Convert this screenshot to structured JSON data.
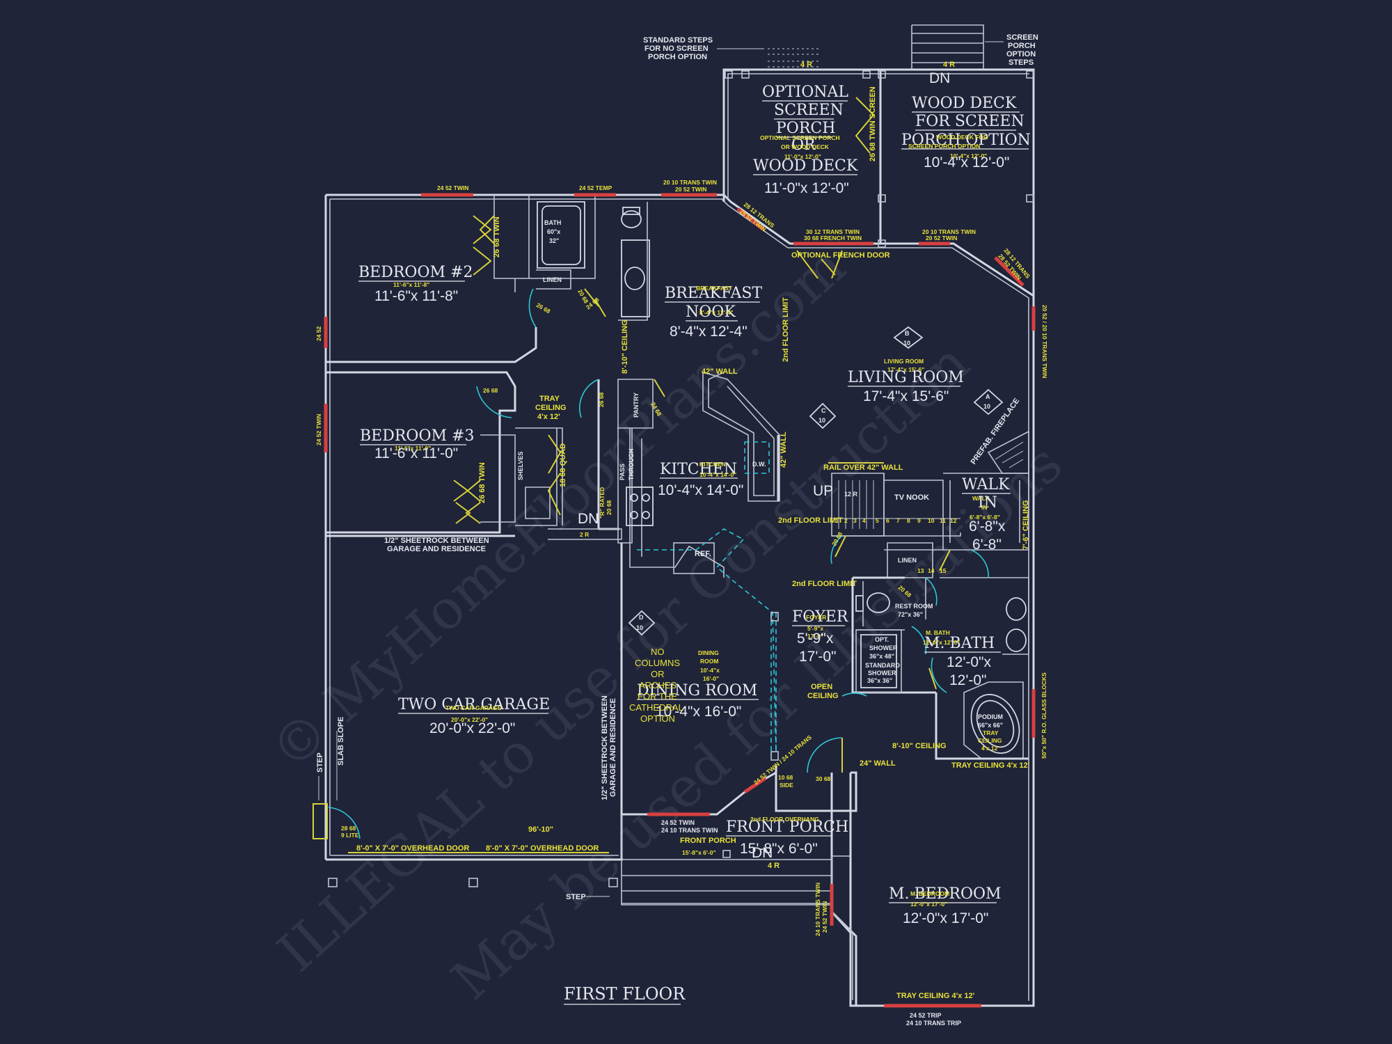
{
  "title": "FIRST FLOOR",
  "watermark": [
    "© MyHomeFloorPlans.com",
    "ILLEGAL to use for Construction",
    "May be used for Illustrations"
  ],
  "rooms": {
    "bedroom2": {
      "name": "BEDROOM #2",
      "dims": "11'-6\"x 11'-8\"",
      "sub": "11'-6\"x 11'-8\""
    },
    "bedroom3": {
      "name": "BEDROOM #3",
      "dims": "11'-6\"x 11'-0\"",
      "sub": "11'-6\"x 11'-0\""
    },
    "breakfast": {
      "name1": "BREAKFAST",
      "name2": "NOOK",
      "dims": "8'-4\"x 12'-4\"",
      "sub1": "BREAKFAST",
      "sub2": "8'-4\"x 12'-4\""
    },
    "living": {
      "name": "LIVING ROOM",
      "dims": "17'-4\"x 15'-6\"",
      "sub1": "LIVING ROOM",
      "sub2": "17'-4\"x 15'-6\""
    },
    "kitchen": {
      "name": "KITCHEN",
      "dims": "10'-4\"x 14'-0\"",
      "sub1": "KITCHEN",
      "sub2": "10'-4\"x 14'-0\""
    },
    "walkin": {
      "name": "WALK",
      "name2": "IN",
      "dims1": "6'-8\"x",
      "dims2": "6'-8\"",
      "sub1": "WALK",
      "sub2": "IN",
      "sub3": "6'-8\"x 6'-8\""
    },
    "foyer": {
      "name": "FOYER",
      "dims1": "5'-9\"x",
      "dims2": "17'-0\"",
      "sub1": "FOYER",
      "sub2": "5'-9\"x",
      "sub3": "17'-0\""
    },
    "mbath": {
      "name": "M. BATH",
      "dims1": "12'-0\"x",
      "dims2": "12'-0\"",
      "sub1": "M. BATH",
      "sub2": "12'-0\"x 12'-0\""
    },
    "dining": {
      "name": "DINING ROOM",
      "dims": "10'-4\"x 16'-0\"",
      "sub1": "DINING",
      "sub2": "ROOM",
      "sub3": "10'-4\"x",
      "sub4": "16'-0\""
    },
    "garage": {
      "name": "TWO CAR GARAGE",
      "dims": "20'-0\"x 22'-0\"",
      "sub1": "TWO CAR GARAGE",
      "sub2": "20'-0\"x 22'-0\""
    },
    "frontporch": {
      "name": "FRONT PORCH",
      "dims": "15'-8\"x 6'-0\"",
      "sub1": "FRONT PORCH",
      "sub2": "15'-8\"x 6'-0\""
    },
    "mbedroom": {
      "name": "M. BEDROOM",
      "dims": "12'-0\"x 17'-0\"",
      "sub1": "M. BEDROOM",
      "sub2": "12'-0\"x 17'-0\""
    },
    "screenporch": {
      "l1": "OPTIONAL",
      "l2": "SCREEN",
      "l3": "PORCH",
      "l4": "OR",
      "l5": "WOOD DECK",
      "dims": "11'-0\"x 12'-0\"",
      "sub1": "OPTIONAL SCREEN PORCH",
      "sub2": "OR WOOD DECK",
      "sub3": "11'-0\"x 12'-0\""
    },
    "wooddeck": {
      "l1": "WOOD DECK",
      "l2": "FOR SCREEN",
      "l3": "PORCH OPTION",
      "dims": "10'-4\"x 12'-0\"",
      "sub1": "WOOD DECK FOR",
      "sub2": "SCREEN PORCH OPTION",
      "sub3": "10'-4\"x 12'-0\""
    }
  },
  "notes": {
    "std_steps": [
      "STANDARD STEPS",
      "FOR NO SCREEN",
      "PORCH OPTION"
    ],
    "screen_steps": [
      "SCREEN",
      "PORCH",
      "OPTION",
      "STEPS"
    ],
    "four_r_top": "4 R",
    "four_r_deck": "4 R",
    "dn_deck": "DN",
    "win_2452_twin": "24 52 TWIN",
    "win_2452_temp": "24 52 TEMP",
    "win_2010_trans": "20 10 TRANS TWIN",
    "win_2052_twin": "20 52 TWIN",
    "win_2812_trans": "28 12 TRANS",
    "win_2852_twin": "28 52 TWIN",
    "french_trans": "30 12 TRANS TWIN",
    "french_door_size": "30 68 FRENCH TWIN",
    "opt_french": "OPTIONAL FRENCH DOOR",
    "win_2010_trans_b": "20 10 TRANS TWIN",
    "win_2052_twin_b": "20 52 TWIN",
    "win_2812_trans_b": "28 12 TRANS",
    "win_2852_twin_b": "28 52 TWIN",
    "right_win": "20 52 / 20 10 TRANS TWIN",
    "twin_2668": "26 68 TWIN",
    "twin_2668_b": "26 68 TWIN",
    "twin_screen": "26 68 TWIN SCREEN",
    "bath": [
      "BATH",
      "60\"x",
      "32\""
    ],
    "linen": "LINEN",
    "linen2": "LINEN",
    "d2068": "20 68",
    "d2468": "24 68",
    "d2668a": "26 68",
    "d2668b": "26 68",
    "d2668c": "26 68",
    "d2068b": "20 68",
    "d2068c": "20 68",
    "d2468b": "24 68",
    "d2868": "28 68",
    "nine_lite": "9 LITE",
    "d3068": "30 68",
    "d1068": [
      "10 68",
      "SIDE"
    ],
    "ceiling_810": "8'-10\" CEILING",
    "ceiling_810b": "8'-10\" CEILING",
    "ceiling_76": "7'-6\" CEILING",
    "floor_limit_v": "2nd FLOOR LIMIT",
    "floor_limit_1": "2nd FLOOR LIMIT",
    "floor_limit_2": "2nd FLOOR LIMIT",
    "floor_limit_3": "2nd FLOOR OVERHANG",
    "wall42": "42\" WALL",
    "wall42v": "42\" WALL",
    "rail42": "RAIL OVER 42\" WALL",
    "wall24": "24\" WALL",
    "tray": [
      "TRAY",
      "CEILING",
      "4'x 12'"
    ],
    "pantry": "PANTRY",
    "pass": [
      "PASS",
      "THROUGH"
    ],
    "shelves": "SHELVES",
    "quad": "18 68 QUAD",
    "rated": [
      "\"R\" RATED",
      "20 68"
    ],
    "dn_small": "DN",
    "two_r": "2 R",
    "ref": "REF.",
    "dw": "D.W.",
    "up": "UP",
    "twelve_r": "12 R",
    "tv": "TV NOOK",
    "fireplace": "PREFAB. FIREPLACE",
    "restroom": [
      "REST ROOM",
      "72\"x 36\""
    ],
    "opt_shower": [
      "OPT.",
      "SHOWER",
      "36\"x 48\""
    ],
    "std_shower": [
      "STANDARD",
      "SHOWER",
      "36\"x 36\""
    ],
    "podium": [
      "PODIUM",
      "66\"x 66\"",
      "TRAY",
      "CEILING",
      "4'x 12'"
    ],
    "tray_ceiling": "TRAY CEILING 4'x 12'",
    "tray_ceiling_b": "TRAY CEILING 4'x 12'",
    "glass_blocks": "50\"x 50\" R.O. GLASS BLOCKS",
    "open_ceiling": [
      "OPEN",
      "CEILING"
    ],
    "no_columns": [
      "NO",
      "COLUMNS",
      "OR",
      "ARCHES",
      "FOR THE",
      "CATHEDRAL",
      "OPTION"
    ],
    "sheetrock_h": [
      "1/2\" SHEETROCK BETWEEN",
      "GARAGE AND RESIDENCE"
    ],
    "sheetrock_v": [
      "1/2\" SHEETROCK BETWEEN",
      "GARAGE AND RESIDENCE"
    ],
    "slab_slope": "SLAB SLOPE",
    "step1": "STEP",
    "step2": "STEP",
    "overhead1": "8'-0\" X 7'-0\" OVERHEAD DOOR",
    "overhead2": "8'-0\" X 7'-0\" OVERHEAD DOOR",
    "dim_9610": "96'-10\"",
    "porch_win": [
      "24 52 TWIN",
      "24 10 TRANS TWIN"
    ],
    "porch_side_win": "24 52 TWIN / 24 10 TRANS",
    "dn_porch": "DN",
    "four_r_porch": "4 R",
    "mbed_side_win": [
      "24 52 TWIN",
      "24 10 TRANS TWIN"
    ],
    "mbed_bottom_win": [
      "24 52 TRIP",
      "24 10 TRANS TRIP"
    ],
    "win_2452_left1": "24 52",
    "win_2452_left2": "24 52 TWIN",
    "section_b": [
      "B",
      "10"
    ],
    "section_a": [
      "A",
      "10"
    ],
    "section_c": [
      "C",
      "10"
    ],
    "section_d": [
      "D",
      "10"
    ],
    "stair_nums": [
      "1",
      "2",
      "3",
      "4",
      "5",
      "6",
      "7",
      "8",
      "9",
      "10",
      "11",
      "12"
    ],
    "stair_nums2": [
      "13",
      "14",
      "15"
    ]
  }
}
